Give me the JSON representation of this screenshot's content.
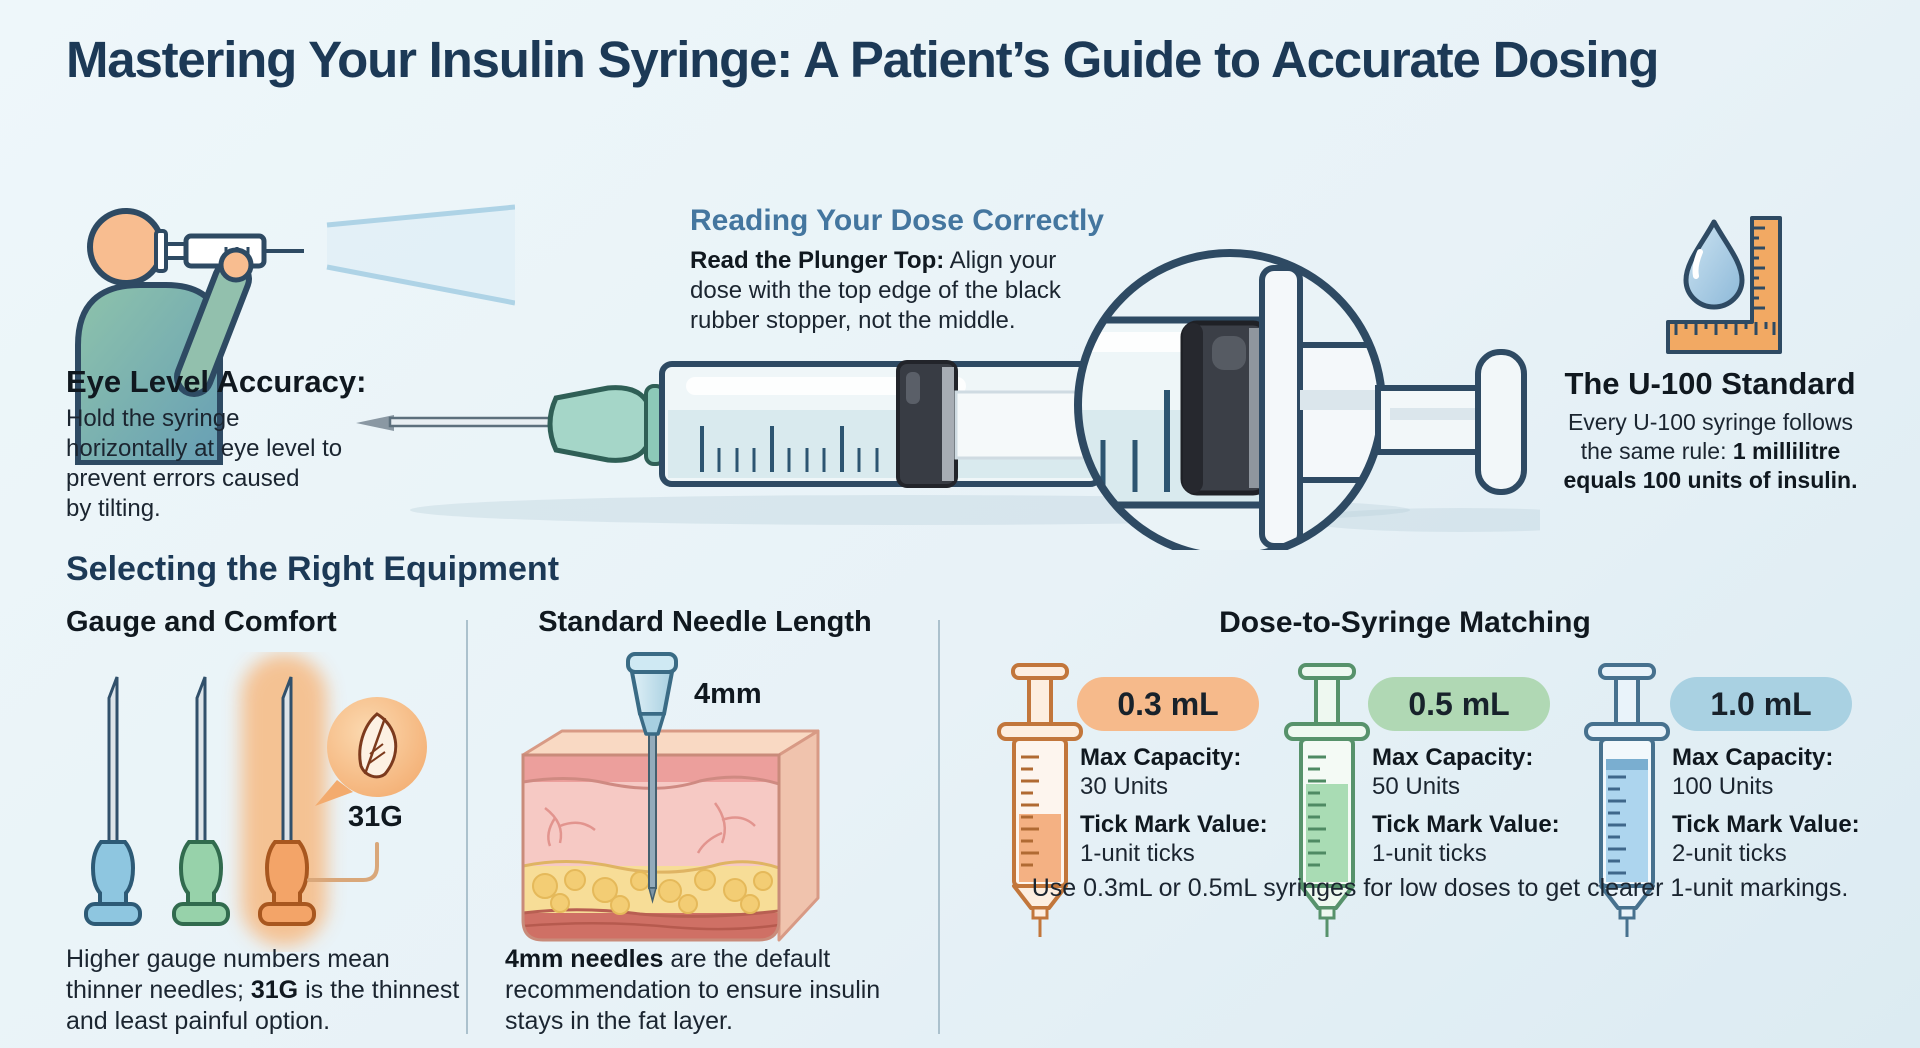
{
  "title": "Mastering Your Insulin Syringe: A Patient’s Guide to Accurate Dosing",
  "colors": {
    "background": "#e9f3f7",
    "title_navy": "#1c3956",
    "steel_blue_heading": "#44769f",
    "text_dark": "#1b2530",
    "outline_navy": "#2e4a63",
    "hub_teal": "#a5d6c8",
    "accent_orange": "#f6ba8b",
    "accent_green": "#b0d8b4",
    "accent_blue": "#a9d1e2"
  },
  "eye_level": {
    "heading": "Eye Level Accuracy:",
    "body_lines": [
      "Hold the syringe",
      "horizontally at eye level to",
      "prevent errors caused",
      "by tilting."
    ]
  },
  "reading_dose": {
    "heading": "Reading Your Dose Correctly",
    "lead_bold": "Read the Plunger Top:",
    "lead_rest": " Align your",
    "line2": "dose with the top edge of the black",
    "line3": "rubber stopper, not the middle."
  },
  "u100": {
    "heading": "The U-100 Standard",
    "line1": "Every U-100 syringe follows",
    "line2_normal": "the same rule: ",
    "line2_bold": "1 millilitre",
    "line3_bold": "equals 100 units of insulin."
  },
  "equipment": {
    "heading": "Selecting the Right Equipment",
    "gauge": {
      "heading": "Gauge and Comfort",
      "gauge_label": "31G",
      "line1": "Higher gauge numbers mean",
      "line2_pre": "thinner needles; ",
      "line2_bold": "31G",
      "line2_post": " is the thinnest",
      "line3": "and least painful option."
    },
    "needle_length": {
      "heading": "Standard Needle Length",
      "length_label": "4mm",
      "line1_bold": "4mm needles",
      "line1_rest": " are the default",
      "line2": "recommendation to ensure insulin",
      "line3": "stays in the fat layer."
    },
    "dose_matching": {
      "heading": "Dose-to-Syringe Matching",
      "cards": [
        {
          "size": "0.3 mL",
          "capacity_label": "Max Capacity:",
          "capacity_value": "30 Units",
          "tick_label": "Tick Mark Value:",
          "tick_value": "1-unit ticks"
        },
        {
          "size": "0.5 mL",
          "capacity_label": "Max Capacity:",
          "capacity_value": "50 Units",
          "tick_label": "Tick Mark Value:",
          "tick_value": "1-unit ticks"
        },
        {
          "size": "1.0 mL",
          "capacity_label": "Max Capacity:",
          "capacity_value": "100 Units",
          "tick_label": "Tick Mark Value:",
          "tick_value": "2-unit ticks"
        }
      ],
      "note": "Use 0.3mL or 0.5mL syringes for low doses to get clearer 1-unit markings."
    }
  }
}
